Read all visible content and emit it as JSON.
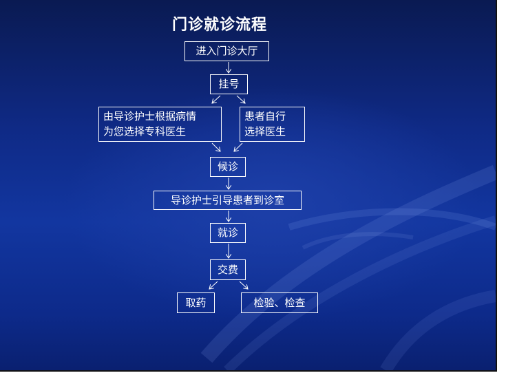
{
  "title": "门诊就诊流程",
  "nodes": {
    "enter_hall": "进入门诊大厅",
    "register": "挂号",
    "nurse_choice": [
      "由导诊护士根据病情",
      "为您选择专科医生"
    ],
    "self_choice": [
      "患者自行",
      "选择医生"
    ],
    "wait": "候诊",
    "guide": "导诊护士引导患者到诊室",
    "visit": "就诊",
    "pay": "交费",
    "medicine": "取药",
    "exam": "检验、检查"
  },
  "colors": {
    "background": "#1236a0",
    "text": "#ffffff",
    "border": "#ffffff"
  }
}
